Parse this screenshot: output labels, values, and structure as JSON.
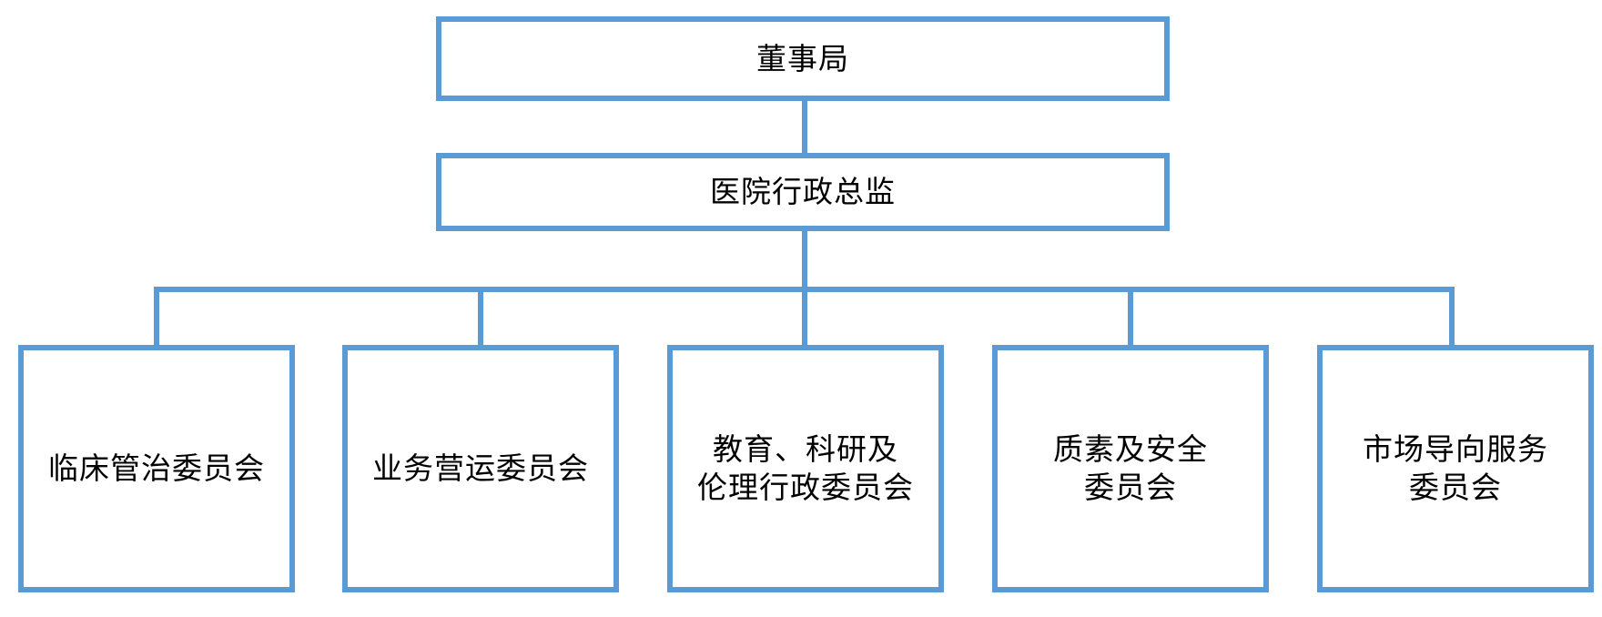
{
  "colors": {
    "border": "#5b9bd5",
    "connector": "#5b9bd5",
    "text": "#000000",
    "background": "#ffffff"
  },
  "org_chart": {
    "root": {
      "label": "董事局"
    },
    "director": {
      "label": "医院行政总监"
    },
    "committees": [
      {
        "label": "临床管治委员会"
      },
      {
        "label": "业务营运委员会"
      },
      {
        "label": "教育、科研及\n伦理行政委员会"
      },
      {
        "label": "质素及安全\n委员会"
      },
      {
        "label": "市场导向服务\n委员会"
      }
    ]
  }
}
